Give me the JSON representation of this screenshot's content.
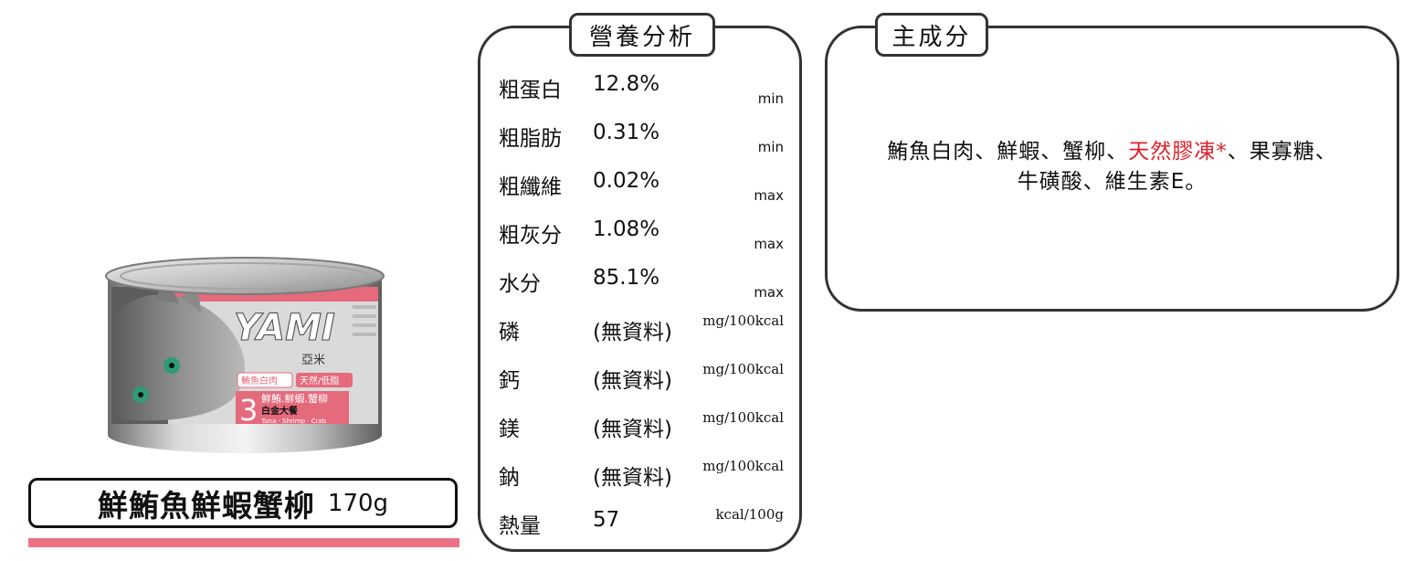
{
  "product": {
    "name": "鮮鮪魚鮮蝦蟹柳",
    "weight": "170g",
    "can": {
      "brand": "YAMI",
      "brand_cn": "亞米",
      "tag_meat": "鮪魚白肉",
      "tag_natural": "天然/低脂",
      "number": "3",
      "flavor": "鮮鮪.鮮蝦.蟹柳",
      "line": "白金大餐",
      "flavor_en": "Tuna · Shrimp · Crab"
    },
    "accent_color": "#ec7386"
  },
  "nutrition": {
    "title": "營養分析",
    "rows": [
      {
        "label": "粗蛋白",
        "value": "12.8%",
        "unit": "min"
      },
      {
        "label": "粗脂肪",
        "value": "0.31%",
        "unit": "min"
      },
      {
        "label": "粗纖維",
        "value": "0.02%",
        "unit": "max"
      },
      {
        "label": "粗灰分",
        "value": "1.08%",
        "unit": "max"
      },
      {
        "label": "水分",
        "value": "85.1%",
        "unit": "max"
      },
      {
        "label": "磷",
        "value": "(無資料)",
        "unit": "mg/100kcal"
      },
      {
        "label": "鈣",
        "value": "(無資料)",
        "unit": "mg/100kcal"
      },
      {
        "label": "鎂",
        "value": "(無資料)",
        "unit": "mg/100kcal"
      },
      {
        "label": "鈉",
        "value": "(無資料)",
        "unit": "mg/100kcal"
      },
      {
        "label": "熱量",
        "value": "57",
        "unit": "kcal/100g"
      }
    ]
  },
  "ingredients": {
    "title": "主成分",
    "line1_a": "鮪魚白肉、鮮蝦、蟹柳、",
    "line1_highlight": "天然膠凍*",
    "line1_b": "、果寡糖、",
    "line2": "牛磺酸、維生素E。",
    "highlight_color": "#e0202a"
  }
}
